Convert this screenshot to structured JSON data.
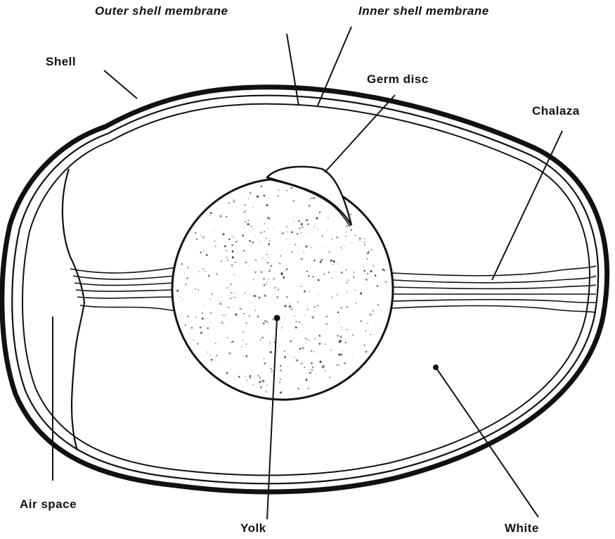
{
  "labels": {
    "outer_shell_membrane": "Outer shell membrane",
    "inner_shell_membrane": "Inner shell membrane",
    "shell": "Shell",
    "germ_disc": "Germ disc",
    "chalaza": "Chalaza",
    "air_space": "Air space",
    "yolk": "Yolk",
    "white": "White"
  },
  "colors": {
    "ink": "#111111",
    "background": "#ffffff"
  }
}
